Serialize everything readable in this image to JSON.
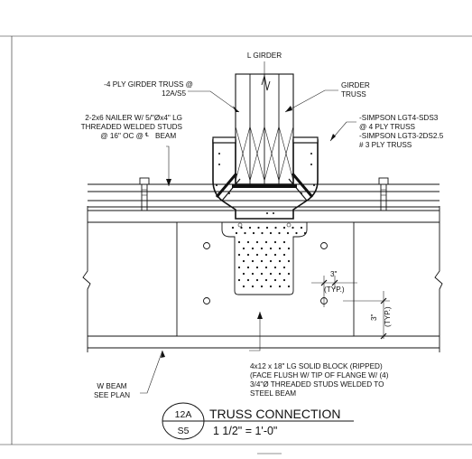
{
  "labels": {
    "girder_cl": "L GIRDER",
    "ply_truss_1": "-4 PLY GIRDER TRUSS @",
    "ply_truss_2": "12A/S5",
    "girder_truss_1": "GIRDER",
    "girder_truss_2": "TRUSS",
    "nailer_1": "2-2x6 NAILER W/ 5/\"Øx4\" LG",
    "nailer_2": "THREADED WELDED STUDS",
    "nailer_3": "@ 16\" OC @ ",
    "nailer_4": "BEAM",
    "simpson_1": "-SIMPSON LGT4-SDS3",
    "simpson_2": "@ 4 PLY TRUSS",
    "simpson_3": "-SIMPSON LGT3-2DS2.5",
    "simpson_4": "# 3 PLY TRUSS",
    "dim_h": "3\"",
    "dim_h_typ": "(TYP.)",
    "dim_v": "3\"",
    "dim_v_typ": "(TYP.)",
    "w_beam_1": "W BEAM",
    "w_beam_2": "SEE PLAN",
    "block_1": "4x12 x 18\" LG SOLID BLOCK (RIPPED)",
    "block_2": "(FACE FLUSH W/ TIP OF FLANGE W/ (4)",
    "block_3": "3/4\"Ø THREADED STUDS WELDED TO",
    "block_4": "STEEL BEAM",
    "cl_symbol": "CL"
  },
  "detail": {
    "number": "12A",
    "sheet": "S5",
    "title": "TRUSS CONNECTION",
    "scale": "1 1/2\" = 1'-0\""
  }
}
